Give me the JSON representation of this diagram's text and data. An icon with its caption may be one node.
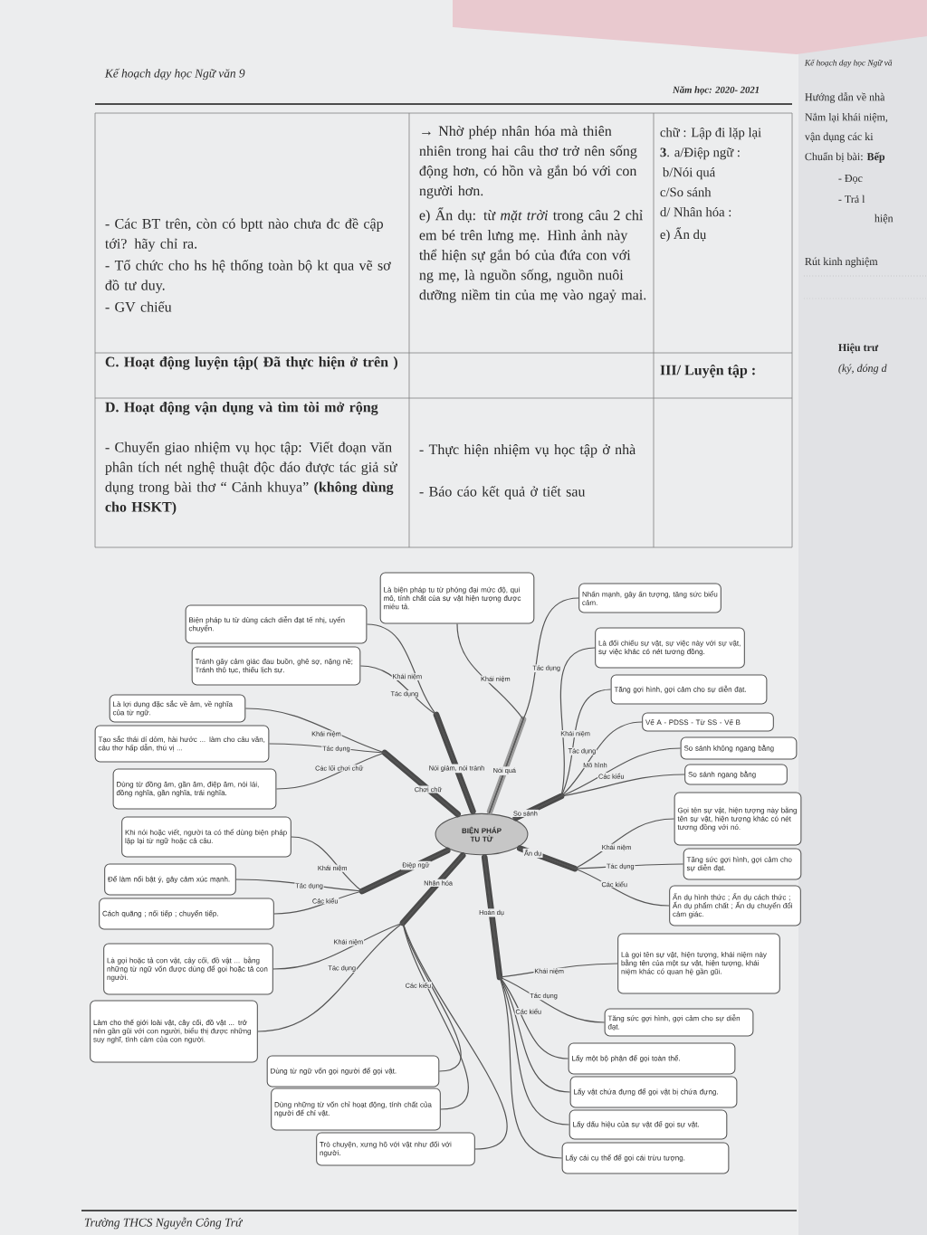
{
  "diagram": {
    "nodes": [
      {
        "text": [
          "BIỆN PHÁP TU TỪ"
        ]
      },
      {
        "text": [
          "Là biện pháp tu từ phóng đại mức độ, qui mô, tính chất của sự vật hiện tượng được miêu tả."
        ]
      },
      {
        "text": [
          "Nhấn mạnh, gây ấn tượng, tăng sức biểu cảm."
        ]
      },
      {
        "text": [
          "Biện pháp tu từ dùng cách diễn đạt tế nhị, uyển chuyển."
        ]
      },
      {
        "text": [
          "Tránh gây cảm giác đau buồn, ghê sợ, nặng nề; Tránh thô tục, thiếu lịch sự."
        ]
      },
      {
        "text": [
          "Là lợi dụng đặc sắc về âm, về nghĩa của từ ngữ."
        ]
      },
      {
        "text": [
          "Tạo sắc thái dí dỏm, hài hước ... làm cho câu văn, câu thơ hấp dẫn, thú vị ..."
        ]
      },
      {
        "text": [
          "Dùng từ đồng âm, gần âm, điệp âm, nói lái, đồng nghĩa, gần nghĩa, trái nghĩa."
        ]
      },
      {
        "text": [
          "Khi nói hoặc viết, người ta có thể dùng biện pháp lặp lại từ ngữ hoặc cả câu."
        ]
      },
      {
        "text": [
          "Để làm nổi bật ý, gây cảm xúc mạnh."
        ]
      },
      {
        "text": [
          "Cách quãng ; nối tiếp ; chuyển tiếp."
        ]
      },
      {
        "text": [
          "Là gọi hoặc tả con vật, cây cối, đồ vật ... bằng những từ ngữ vốn được dùng để gọi hoặc tả con người."
        ]
      },
      {
        "text": [
          "Làm cho thế giới loài vật, cây cối, đồ vật ... trở nên gần gũi với con người, biểu thị được những suy nghĩ, tình cảm của con người."
        ]
      },
      {
        "text": [
          "Dùng từ ngữ vốn gọi người để gọi vật."
        ]
      },
      {
        "text": [
          "Dùng những từ vốn chỉ hoạt động, tính chất của người để chỉ vật."
        ]
      },
      {
        "text": [
          "Trò chuyện, xưng hô với vật như đối với người."
        ]
      },
      {
        "text": [
          "Là đối chiếu sự vật, sự việc này với sự vật, sự việc khác có nét tương đồng."
        ]
      },
      {
        "text": [
          "Tăng gợi hình, gợi cảm cho sự diễn đạt."
        ]
      },
      {
        "text": [
          "Vế A - PDSS - Từ SS - Vế B"
        ]
      },
      {
        "text": [
          "So sánh không ngang bằng"
        ]
      },
      {
        "text": [
          "So sánh ngang bằng"
        ]
      },
      {
        "text": [
          "Gọi tên sự vật, hiện tượng này bằng tên sự vật, hiện tượng khác có nét tương đồng với nó."
        ]
      },
      {
        "text": [
          "Tăng sức gợi hình, gợi cảm cho sự diễn đạt."
        ]
      },
      {
        "text": [
          "Ẩn dụ hình thức ; Ẩn dụ cách thức ; Ẩn dụ phẩm chất ; Ẩn dụ chuyển đổi cảm giác."
        ]
      },
      {
        "text": [
          "Là gọi tên sự vật, hiện tượng, khái niệm này bằng tên của một sự vật, hiện tượng, khái niệm khác có quan hệ gần gũi."
        ]
      },
      {
        "text": [
          "Tăng sức gợi hình, gợi cảm cho sự diễn đạt."
        ]
      },
      {
        "text": [
          "Lấy một bộ phận để gọi toàn thể."
        ]
      },
      {
        "text": [
          "Lấy vật chứa đựng để gọi vật bị chứa đựng."
        ]
      },
      {
        "text": [
          "Lấy dấu hiệu của sự vật để gọi sự vật."
        ]
      },
      {
        "text": [
          "Lấy cái cụ thể để gọi cái trừu tượng."
        ]
      }
    ],
    "edges": [
      {
        "from": 0,
        "to": 1,
        "arrow": "none",
        "label": "Khái niệm"
      },
      {
        "from": 0,
        "to": 2,
        "arrow": "none",
        "label": "Tác dụng"
      },
      {
        "from": 0,
        "to": 3,
        "arrow": "none",
        "label": "Khái niệm"
      },
      {
        "from": 0,
        "to": 4,
        "arrow": "none",
        "label": "Tác dụng"
      },
      {
        "from": 0,
        "to": 5,
        "arrow": "none",
        "label": "Khái niệm"
      },
      {
        "from": 0,
        "to": 6,
        "arrow": "none",
        "label": "Tác dụng"
      },
      {
        "from": 0,
        "to": 7,
        "arrow": "none",
        "label": "Các lối chơi chữ"
      },
      {
        "from": 0,
        "to": 8,
        "arrow": "none",
        "label": "Khái niệm"
      },
      {
        "from": 0,
        "to": 9,
        "arrow": "none",
        "label": "Tác dụng"
      },
      {
        "from": 0,
        "to": 10,
        "arrow": "none",
        "label": "Các kiểu"
      },
      {
        "from": 0,
        "to": 11,
        "arrow": "none",
        "label": "Khái niệm"
      },
      {
        "from": 0,
        "to": 12,
        "arrow": "none",
        "label": "Tác dụng"
      },
      {
        "from": 0,
        "to": 13,
        "arrow": "none",
        "label": "Các kiểu"
      },
      {
        "from": 0,
        "to": 14,
        "arrow": "none"
      },
      {
        "from": 0,
        "to": 15,
        "arrow": "none"
      },
      {
        "from": 0,
        "to": 16,
        "arrow": "none",
        "label": "Khái niệm"
      },
      {
        "from": 0,
        "to": 17,
        "arrow": "none",
        "label": "Tác dụng"
      },
      {
        "from": 0,
        "to": 18,
        "arrow": "none",
        "label": "Mô hình"
      },
      {
        "from": 0,
        "to": 19,
        "arrow": "none",
        "label": "Các kiểu"
      },
      {
        "from": 0,
        "to": 20,
        "arrow": "none"
      },
      {
        "from": 0,
        "to": 21,
        "arrow": "none",
        "label": "Khái niệm"
      },
      {
        "from": 0,
        "to": 22,
        "arrow": "none",
        "label": "Tác dụng"
      },
      {
        "from": 0,
        "to": 23,
        "arrow": "none",
        "label": "Các kiểu"
      },
      {
        "from": 0,
        "to": 24,
        "arrow": "none",
        "label": "Khái niệm"
      },
      {
        "from": 0,
        "to": 25,
        "arrow": "none",
        "label": "Tác dụng"
      },
      {
        "from": 0,
        "to": 26,
        "arrow": "none",
        "label": "Các kiểu"
      },
      {
        "from": 0,
        "to": 27,
        "arrow": "none"
      },
      {
        "from": 0,
        "to": 28,
        "arrow": "none"
      },
      {
        "from": 0,
        "to": 29,
        "arrow": "none"
      }
    ],
    "labels": [
      "Kế hoạch dạy học Ngữ văn 9",
      "Năm học: 2020- 2021",
      "- Các BT trên, còn có bptt nào chưa đc đề cập tới? hãy chỉ ra.",
      "- Tổ chức cho hs hệ thống toàn bộ kt qua vẽ sơ đồ tư duy.",
      "- GV chiếu",
      "→ Nhờ phép nhân hóa mà thiên nhiên trong hai câu thơ trở nên sống động hơn, có hồn và gắn bó với con người hơn.",
      "e) Ẩn dụ: từ *mặt trời* trong câu 2 chỉ em bé trên lưng mẹ. Hình ảnh này thể hiện sự gắn bó của đứa con với ng mẹ, là nguồn sống, nguồn nuôi dưỡng niềm tin của mẹ vào ngaỷ mai.",
      "chữ : Lập đi lặp lại",
      "**3**. a/Điệp ngữ :",
      "b/Nói quá",
      "c/So sánh",
      "d/ Nhân hóa :",
      "e) Ẩn dụ",
      "C. Hoạt động luyện tập( Đã thực hiện ở trên )",
      "III/ Luyện tập :",
      "D. Hoạt động vận dụng và tìm tòi mở rộng",
      "- Chuyển giao nhiệm vụ học tập: Viết đoạn văn phân tích nét nghệ thuật độc đáo được tác giả sử dụng trong bài thơ “ Cảnh khuya” **(không dùng cho HSKT)**",
      "- Thực hiện nhiệm vụ học tập ở nhà",
      "- Báo cáo kết quả ở tiết sau",
      "Nói quá",
      "Nói giảm, nói tránh",
      "Chơi chữ",
      "Điệp ngữ",
      "Nhân hóa",
      "So sánh",
      "Ẩn dụ",
      "Hoán dụ",
      "Kế hoạch dạy học Ngữ vă",
      "Hướng dẫn về nhà",
      "Nắm lại khái niệm,",
      "vận dụng các ki",
      "Chuẩn bị bài: **Bếp**",
      "- Đọc",
      "- Trả l",
      "hiện",
      "Rút kinh nghiệm",
      "Hiệu trư",
      "(ký, đóng d",
      "Trường THCS Nguyễn Công Trứ"
    ]
  }
}
